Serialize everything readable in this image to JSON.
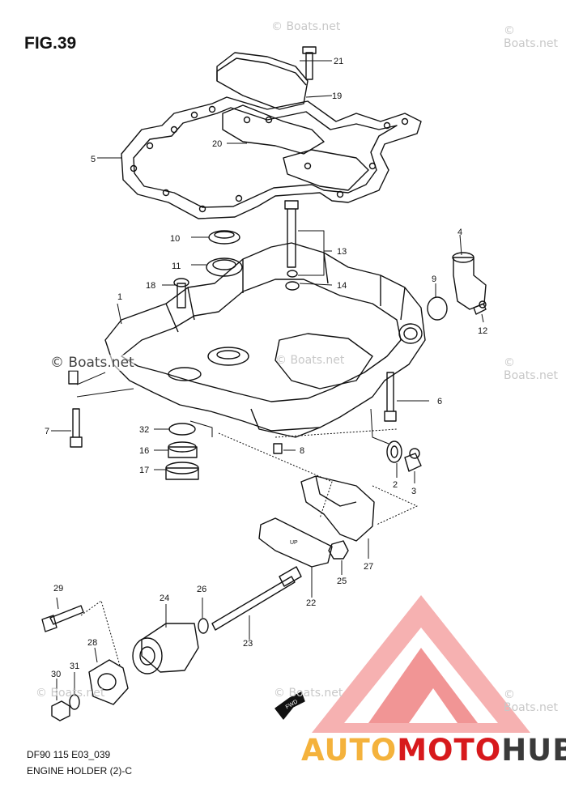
{
  "figure": {
    "title": "FIG.39",
    "code": "DF90 115 E03_039",
    "caption": "ENGINE HOLDER (2)-C"
  },
  "watermarks": {
    "small": "© Boats.net",
    "large": "© Boats.net"
  },
  "logo": {
    "part1": "AUTO",
    "part2": "MOTO",
    "part3": "HUB",
    "colors": [
      "#f4b23c",
      "#d7191c",
      "#3a3a3a"
    ]
  },
  "fwd_label": "FWD",
  "gasket_mark": "UP",
  "callouts": [
    "1",
    "2",
    "3",
    "4",
    "5",
    "6",
    "7",
    "8",
    "9",
    "10",
    "11",
    "12",
    "13",
    "14",
    "16",
    "17",
    "18",
    "19",
    "20",
    "21",
    "22",
    "23",
    "24",
    "25",
    "26",
    "27",
    "28",
    "29",
    "30",
    "31",
    "32"
  ]
}
